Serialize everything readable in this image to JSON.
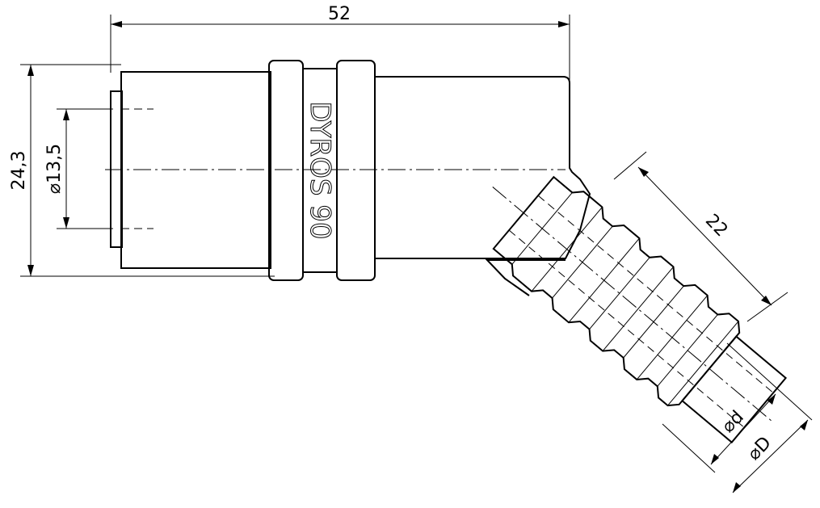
{
  "drawing": {
    "engraving": "DYROS 90",
    "dimensions": {
      "overall_length": "52",
      "height": "24,3",
      "bore_diameter": "⌀13,5",
      "hose_length": "22",
      "inner_diameter": "⌀d",
      "outer_diameter": "⌀D"
    }
  }
}
